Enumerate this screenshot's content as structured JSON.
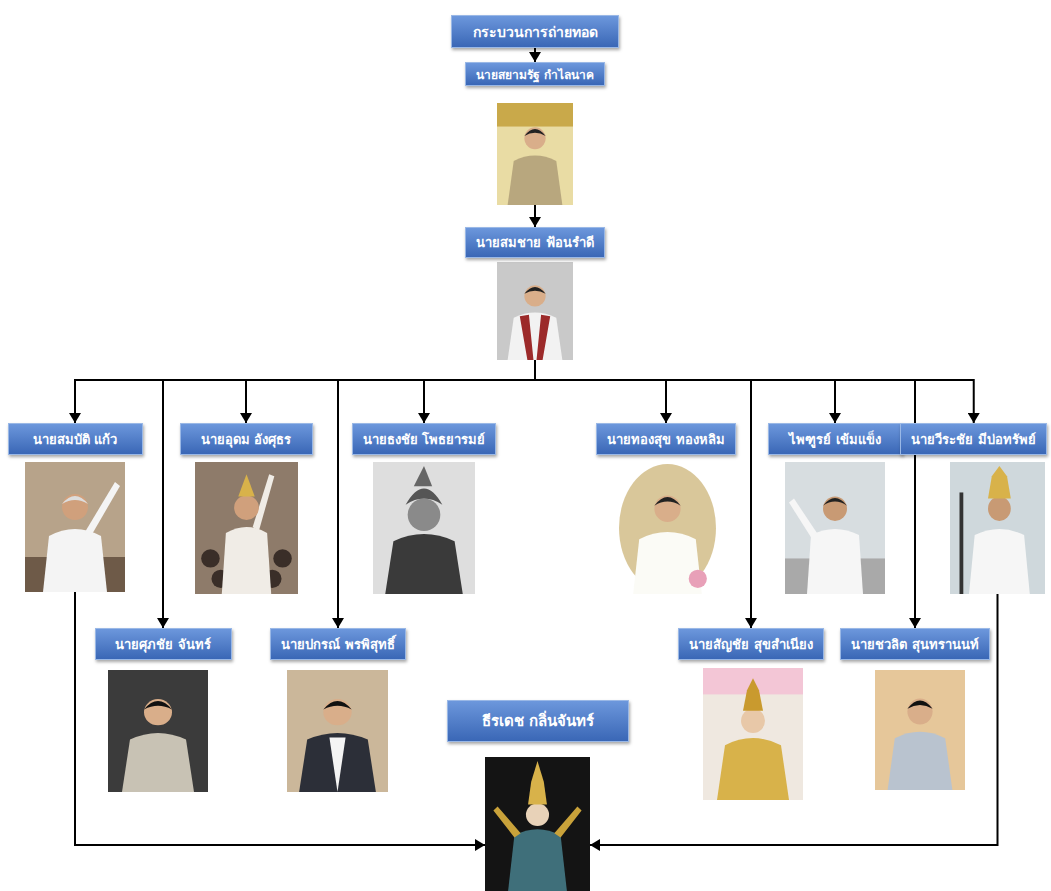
{
  "diagram": {
    "nodes": [
      {
        "text": [
          "กระบวนการถ่ายทอด"
        ]
      },
      {
        "text": [
          "นายสยามรัฐ กำไลนาค"
        ]
      },
      {
        "text": [
          "นายสมชาย ฟ้อนรำดี"
        ]
      },
      {
        "text": [
          "นายสมบัติ แก้ว"
        ]
      },
      {
        "text": [
          "นายอุดม อังศุธร"
        ]
      },
      {
        "text": [
          "นายธงชัย โพธยารมย์"
        ]
      },
      {
        "text": [
          "นายทองสุข ทองหลิม"
        ]
      },
      {
        "text": [
          "ไพฑูรย์ เข้มแข็ง"
        ]
      },
      {
        "text": [
          "นายวีระชัย มีบ่อทรัพย์"
        ]
      },
      {
        "text": [
          "นายศุภชัย จันทร์"
        ]
      },
      {
        "text": [
          "นายปกรณ์ พรพิสุทธิ์"
        ]
      },
      {
        "text": [
          "นายสัญชัย สุขสำเนียง"
        ]
      },
      {
        "text": [
          "นายชวลิต สุนทรานนท์"
        ]
      },
      {
        "text": [
          "ธีรเดช กลิ่นจันทร์"
        ]
      }
    ],
    "edges": [
      {
        "from": 0,
        "to": 1,
        "arrow": "to"
      },
      {
        "from": 1,
        "to": 2,
        "arrow": "to"
      },
      {
        "from": 2,
        "to": 3,
        "arrow": "to"
      },
      {
        "from": 2,
        "to": 4,
        "arrow": "to"
      },
      {
        "from": 2,
        "to": 5,
        "arrow": "to"
      },
      {
        "from": 2,
        "to": 6,
        "arrow": "to"
      },
      {
        "from": 2,
        "to": 7,
        "arrow": "to"
      },
      {
        "from": 2,
        "to": 8,
        "arrow": "to"
      },
      {
        "from": 2,
        "to": 9,
        "arrow": "to"
      },
      {
        "from": 2,
        "to": 10,
        "arrow": "to"
      },
      {
        "from": 2,
        "to": 11,
        "arrow": "to"
      },
      {
        "from": 2,
        "to": 12,
        "arrow": "to"
      },
      {
        "from": 3,
        "to": 13,
        "arrow": "to"
      },
      {
        "from": 8,
        "to": 13,
        "arrow": "to"
      }
    ]
  }
}
